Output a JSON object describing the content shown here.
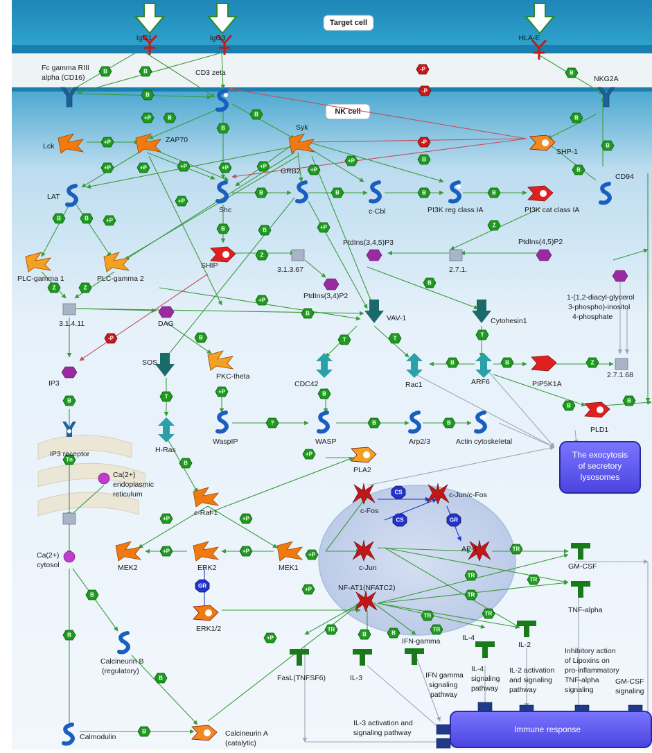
{
  "headers": {
    "target_cell": "Target cell",
    "nk_cell": "NK cell"
  },
  "boxes": {
    "exocytosis": [
      "The exocytosis",
      "of secretory",
      "lysosomes"
    ],
    "immune_response": "Immune response"
  },
  "labels": {
    "igg1": "IgG1",
    "igg3": "IgG3",
    "hla_e": "HLA-E",
    "fc_gamma_1": "Fc gamma RIII",
    "fc_gamma_2": "alpha (CD16)",
    "cd3_zeta": "CD3 zeta",
    "nkg2a": "NKG2A",
    "lck": "Lck",
    "zap70": "ZAP70",
    "syk": "Syk",
    "shp1": "SHP-1",
    "cd94": "CD94",
    "lat": "LAT",
    "shc": "Shc",
    "grb2": "GRB2",
    "c_cbl": "c-Cbl",
    "pi3k_reg": "PI3K reg class IA",
    "pi3k_cat": "PI3K cat class IA",
    "ptdins345": "PtdIns(3,4,5)P3",
    "ptdins45": "PtdIns(4,5)P2",
    "ship": "SHIP",
    "e31367": "3.1.3.67",
    "e271": "2.7.1.",
    "ptdins34": "PtdIns(3,4)P2",
    "diacyl_1": "1-(1,2-diacyl-glycerol",
    "diacyl_2": "3-phospho)-inositol",
    "diacyl_3": "4-phosphate",
    "plcg1": "PLC-gamma 1",
    "plcg2": "PLC-gamma 2",
    "e31411": "3.1.4.11",
    "dag": "DAG",
    "vav1": "VAV-1",
    "cytohesin1": "Cytohesin1",
    "sos": "SOS",
    "pkc_theta": "PKC-theta",
    "ip3": "IP3",
    "cdc42": "CDC42",
    "rac1": "Rac1",
    "arf6": "ARF6",
    "pip5k1a": "PIP5K1A",
    "e27168": "2.7.1.68",
    "h_ras": "H-Ras",
    "waspip": "WaspIP",
    "wasp": "WASP",
    "arp23": "Arp2/3",
    "actin": "Actin cytoskeletal",
    "pld1": "PLD1",
    "ip3_receptor": "IP3 receptor",
    "ca_er_1": "Ca(2+)",
    "ca_er_2": "endoplasmic",
    "ca_er_3": "reticulum",
    "pla2": "PLA2",
    "c_raf1": "c-Raf-1",
    "c_fos": "c-Fos",
    "cjun_cfos": "c-Jun/c-Fos",
    "mek2": "MEK2",
    "erk2": "ERK2",
    "mek1": "MEK1",
    "c_jun": "c-Jun",
    "ap1": "AP-1",
    "gm_csf": "GM-CSF",
    "ca_cyt_1": "Ca(2+)",
    "ca_cyt_2": "cytosol",
    "nfat1": "NF-AT1(NFATC2)",
    "tnf_alpha": "TNF-alpha",
    "erk12": "ERK1/2",
    "ifn_gamma": "IFN-gamma",
    "il4": "IL-4",
    "il2": "IL-2",
    "calcineurin_b_1": "Calcineurin B",
    "calcineurin_b_2": "(regulatory)",
    "fasl": "FasL(TNFSF6)",
    "il3": "IL-3",
    "ifn_sig_1": "IFN gamma",
    "ifn_sig_2": "signaling",
    "ifn_sig_3": "pathway",
    "il4_sig_1": "IL-4",
    "il4_sig_2": "signaling",
    "il4_sig_3": "pathway",
    "il2_sig_1": "IL-2 activation",
    "il2_sig_2": "and signaling",
    "il2_sig_3": "pathway",
    "lipox_1": "Inhibitory action",
    "lipox_2": "of Lipoxins on",
    "lipox_3": "pro-inflammatory",
    "lipox_4": "TNF-alpha",
    "lipox_5": "signaling",
    "gmcsf_sig_1": "GM-CSF",
    "gmcsf_sig_2": "signaling",
    "il3_sig_1": "IL-3 activation and",
    "il3_sig_2": "signaling pathway",
    "calmodulin": "Calmodulin",
    "calcineurin_a_1": "Calcineurin A",
    "calcineurin_a_2": "(catalytic)"
  },
  "badge_codes": {
    "binding": "B",
    "phosphorylation": "+P",
    "dephosphorylation": "-P",
    "z": "Z",
    "transport": "T",
    "unknown": "?",
    "tn": "Tn",
    "cs": "CS",
    "gr": "GR",
    "tr": "TR"
  },
  "colors": {
    "membrane": "#2d9ac4",
    "cytoplasm": "#e9f3fb",
    "nucleus": "#cbd8ef",
    "arrow_green": "#3a9a3a",
    "arrow_red": "#c0505a",
    "kinase_orange": "#f07a10",
    "phosphatase_red": "#e02020",
    "adapter_blue": "#1a5fc0",
    "tf_red": "#c01818",
    "ligand_green": "#1a7a1a",
    "metabolite_purple": "#9a2aa0",
    "gtpase_teal": "#2aa0a8",
    "box_purple": "#5a55ee"
  }
}
